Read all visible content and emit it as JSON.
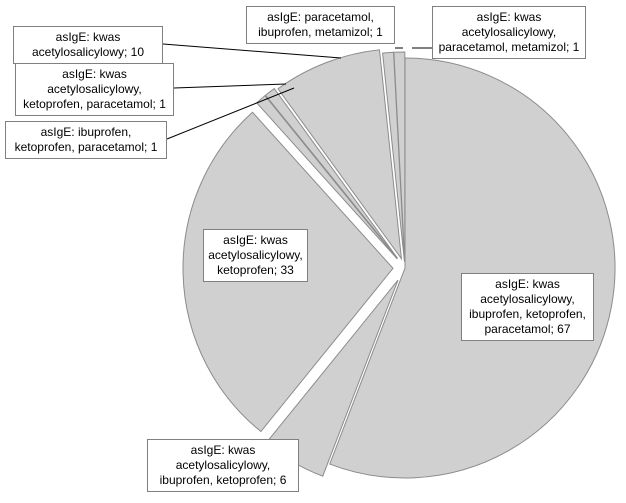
{
  "chart_data": {
    "type": "pie",
    "exploded": true,
    "slices": [
      {
        "label": "asIgE: kwas acetylosalicylowy, ibuprofen, ketoprofen, paracetamol; 67",
        "value": 67
      },
      {
        "label": "asIgE: kwas acetylosalicylowy, ibuprofen, ketoprofen; 6",
        "value": 6
      },
      {
        "label": "asIgE: kwas acetylosalicylowy, ketoprofen; 33",
        "value": 33
      },
      {
        "label": "asIgE: ibuprofen, ketoprofen, paracetamol; 1",
        "value": 1
      },
      {
        "label": "asIgE: kwas acetylosalicylowy, ketoprofen, paracetamol; 1",
        "value": 1
      },
      {
        "label": "asIgE: kwas acetylosalicylowy; 10",
        "value": 10
      },
      {
        "label": "asIgE: paracetamol, ibuprofen, metamizol; 1",
        "value": 1
      },
      {
        "label": "asIgE: kwas acetylosalicylowy, paracetamol, metamizol; 1",
        "value": 1
      }
    ],
    "labels": {
      "l0": [
        "asIgE: kwas",
        "acetylosalicylowy,",
        "ibuprofen, ketoprofen,",
        "paracetamol; 67"
      ],
      "l1": [
        "asIgE: kwas",
        "acetylosalicylowy,",
        "ibuprofen, ketoprofen; 6"
      ],
      "l2": [
        "asIgE: kwas",
        "acetylosalicylowy,",
        "ketoprofen; 33"
      ],
      "l3": [
        "asIgE: ibuprofen,",
        "ketoprofen, paracetamol; 1"
      ],
      "l4": [
        "asIgE: kwas",
        "acetylosalicylowy,",
        "ketoprofen, paracetamol; 1"
      ],
      "l5": [
        "asIgE: kwas",
        "acetylosalicylowy; 10"
      ],
      "l6": [
        "asIgE: paracetamol,",
        "ibuprofen, metamizol; 1"
      ],
      "l7": [
        "asIgE: kwas",
        "acetylosalicylowy,",
        "paracetamol, metamizol; 1"
      ]
    },
    "legend": "none",
    "fill_color": "#d0d0d0",
    "edge_color": "#8c8c8c"
  }
}
